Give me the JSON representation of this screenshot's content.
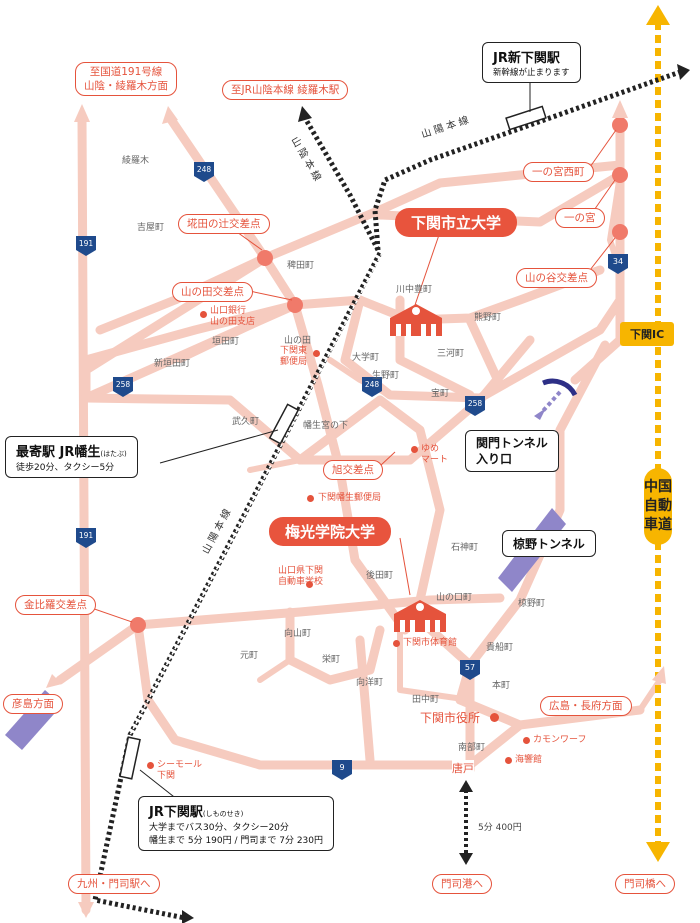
{
  "destinations": {
    "kokudo191": "至国道191号線\n山陰・綾羅木方面",
    "sanin_ayaragi": "至JR山陰本線 綾羅木駅",
    "hikoshima": "彦島方面",
    "kyushu_mojieki": "九州・門司駅へ",
    "mojiko": "門司港へ",
    "mojiko_bridge": "門司橋へ",
    "hiroshima_chofu": "広島・長府方面"
  },
  "stations": {
    "shin_shimonoseki_name": "JR新下関駅",
    "shin_shimonoseki_note": "新幹線が止まります",
    "hatabu_name": "最寄駅 JR幡生",
    "hatabu_kana": "(はたぶ)",
    "hatabu_note": "徒歩20分、タクシー5分",
    "shimonoseki_name": "JR下関駅",
    "shimonoseki_kana": "(しものせき)",
    "shimonoseki_note1": "大学までバス30分、タクシー20分",
    "shimonoseki_note2": "幡生まで 5分 190円 / 門司まで 7分 230円"
  },
  "universities": {
    "city_univ": "下関市立大学",
    "baiko": "梅光学院大学"
  },
  "intersections": {
    "sakata": "埖田の辻交差点",
    "yamanota": "山の田交差点",
    "asahi": "旭交差点",
    "konpira": "金比羅交差点",
    "ichinomiya_nishi": "一の宮西町",
    "ichinomiya": "一の宮",
    "yamanotani": "山の谷交差点"
  },
  "rail_labels": {
    "sanyo_top": "山陽本線",
    "sanin": "山陰本線",
    "sanyo_mid": "山陽本線"
  },
  "tunnels": {
    "kanmon": "関門トンネル\n入り口",
    "mukuno": "椋野トンネル"
  },
  "expressway": {
    "name": "中国自動車道",
    "ic": "下関IC"
  },
  "routes": {
    "r248a": "248",
    "r191a": "191",
    "r258a": "258",
    "r248b": "248",
    "r258b": "258",
    "r34": "34",
    "r191b": "191",
    "r57": "57",
    "r9": "9"
  },
  "areas": {
    "ayaragi": "綾羅木",
    "yoshimi": "吉屋町",
    "hatabucho": "稗田町",
    "kawanakatoyo": "川中豊町",
    "kumano": "熊野町",
    "yamanotacho": "山の田",
    "hieda": "垣田町",
    "shinhieda": "新垣田町",
    "daigaku": "大学町",
    "ikuno": "生野町",
    "mikawa": "三河町",
    "takara": "宝町",
    "takehisa": "武久町",
    "hatabu_miyanoshita": "幡生宮の下",
    "ishigami": "石神町",
    "gotanda": "後田町",
    "yamanokuchi": "山の口町",
    "mukuno": "椋野町",
    "mukaiyama": "向山町",
    "moto": "元町",
    "sakae": "栄町",
    "mukaihora": "向洋町",
    "shinfune": "貴船町",
    "tanaka": "田中町",
    "honmachi": "本町",
    "nanbu": "南部町",
    "karato": "唐戸"
  },
  "facilities": {
    "yamaguchi_bank": "山口銀行\n山の田支店",
    "shimonoseki_higashi_post": "下関東\n郵便局",
    "yume_mart": "ゆめ\nマート",
    "hatabu_post": "下関幡生郵便局",
    "driving_school": "山口県下関\n自動車学校",
    "gymnasium": "下関市体育館",
    "city_hall": "下関市役所",
    "kamon_wharf": "カモンワーフ",
    "kaikyokan": "海響館",
    "seamall": "シーモール\n下関"
  },
  "ferry_note": "5分 400円",
  "colors": {
    "road": "#f6cbbf",
    "accent_red": "#e5533c",
    "expressway": "#f7b500",
    "route_shield": "#1f4a8c",
    "tunnel": "#8f86c9"
  }
}
